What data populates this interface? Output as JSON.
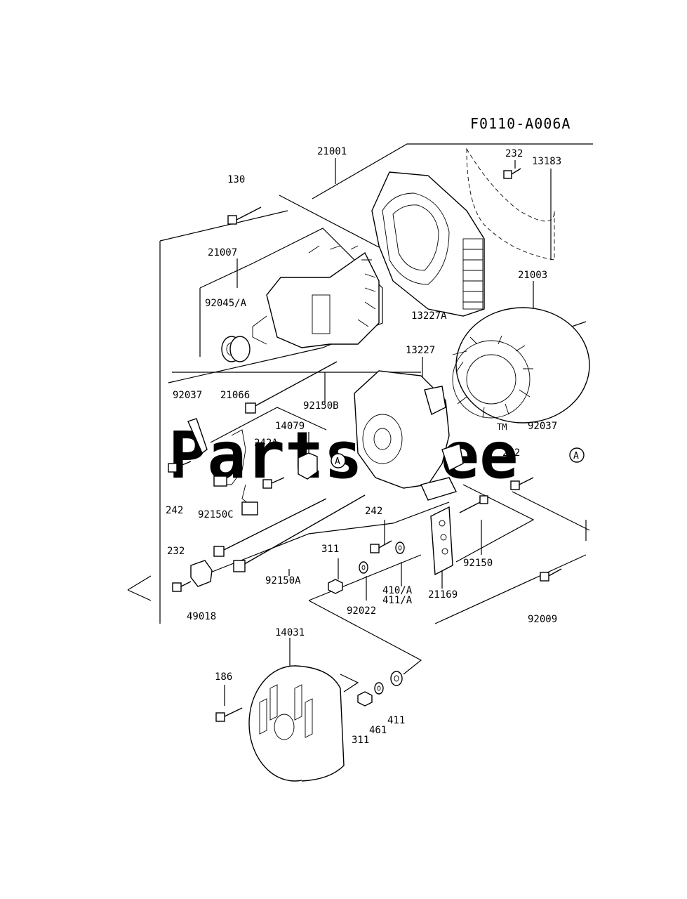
{
  "diagram_code": "F0110-A006A",
  "watermark": {
    "text": "PartsTree",
    "trademark": "TM"
  },
  "callout_marker": "A",
  "parts": {
    "p21001": "21001",
    "p232_top": "232",
    "p13183": "13183",
    "p130": "130",
    "p21007": "21007",
    "p92045": "92045/A",
    "p21003": "21003",
    "p13227A": "13227A",
    "p13227": "13227",
    "p92037_left": "92037",
    "p21066": "21066",
    "p92150B": "92150B",
    "p14079": "14079",
    "p242A": "242A",
    "p92037_right": "92037",
    "p232_right": "232",
    "p242_left": "242",
    "p92150C": "92150C",
    "p242_mid": "242",
    "p232_left": "232",
    "p311_mid": "311",
    "p92150": "92150",
    "p410": "410/A",
    "p411A": "411/A",
    "p21169": "21169",
    "p92150A": "92150A",
    "p92022": "92022",
    "p49018": "49018",
    "p92009": "92009",
    "p14031": "14031",
    "p186": "186",
    "p411": "411",
    "p461": "461",
    "p311_bottom": "311"
  },
  "icons": [
    "bolt-icon",
    "nut-icon",
    "washer-icon",
    "bearing-icon",
    "housing-icon",
    "rotor-icon",
    "stator-icon",
    "end-cover-icon",
    "brush-holder-icon",
    "terminal-block-icon"
  ]
}
